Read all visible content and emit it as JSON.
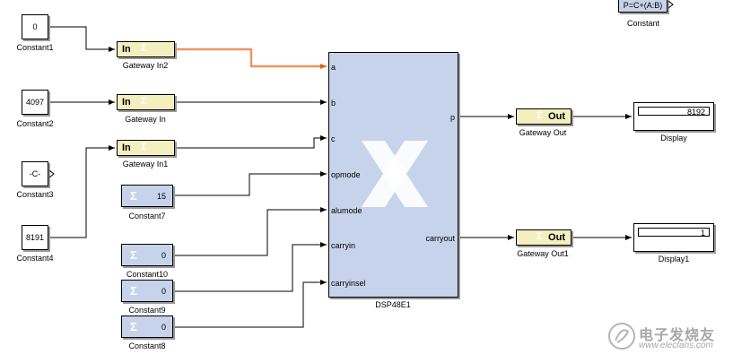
{
  "constants": {
    "c1": {
      "value": "0",
      "name": "Constant1"
    },
    "c2": {
      "value": "4097",
      "name": "Constant2"
    },
    "c3": {
      "value": "-C-",
      "name": "Constant3"
    },
    "c4": {
      "value": "8191",
      "name": "Constant4"
    },
    "c7": {
      "value": "15",
      "name": "Constant7"
    },
    "c10": {
      "value": "0",
      "name": "Constant10"
    },
    "c9": {
      "value": "0",
      "name": "Constant9"
    },
    "c8": {
      "value": "0",
      "name": "Constant8"
    }
  },
  "gateways": {
    "in2": {
      "label": "In",
      "name": "Gateway In2"
    },
    "in": {
      "label": "In",
      "name": "Gateway In"
    },
    "in1": {
      "label": "In",
      "name": "Gateway In1"
    },
    "out": {
      "label": "Out",
      "name": "Gateway Out"
    },
    "out1": {
      "label": "Out",
      "name": "Gateway Out1"
    }
  },
  "dsp": {
    "name": "DSP48E1",
    "inputs": [
      "a",
      "b",
      "c",
      "opmode",
      "alumode",
      "carryin",
      "carryinsel"
    ],
    "outputs": [
      "p",
      "carryout"
    ]
  },
  "displays": {
    "d0": {
      "value": "8192",
      "name": "Display"
    },
    "d1": {
      "value": "1",
      "name": "Display1"
    }
  },
  "annotation": {
    "text": "P=C+(A:B)",
    "name": "Constant"
  },
  "watermark": {
    "text": "电子发烧友",
    "url": "www.elecfans.com"
  },
  "colors": {
    "gateway": "#f4efbf",
    "xilinx_block": "#c6d3ea",
    "highlight_wire": "#f0a070"
  }
}
